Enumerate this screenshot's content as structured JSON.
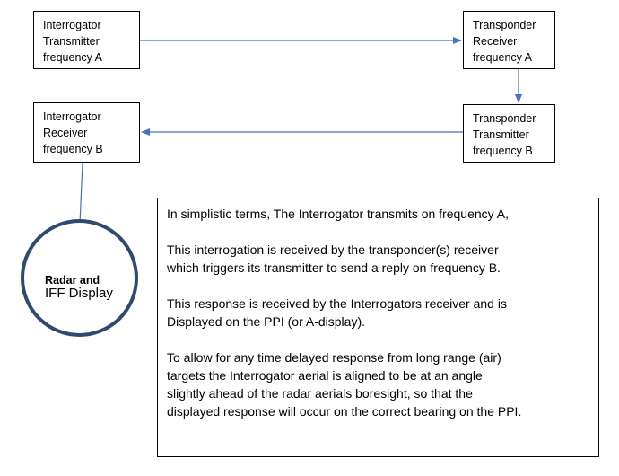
{
  "boxes": {
    "interrogator_transmitter": [
      "Interrogator",
      "Transmitter",
      "frequency A"
    ],
    "transponder_receiver": [
      "Transponder",
      "Receiver",
      "frequency A"
    ],
    "transponder_transmitter": [
      "Transponder",
      "Transmitter",
      "frequency B"
    ],
    "interrogator_receiver": [
      "Interrogator",
      "Receiver",
      "frequency B"
    ]
  },
  "display": {
    "line1": "Radar and",
    "line2": "IFF Display",
    "mark": "."
  },
  "note": {
    "paragraphs": [
      [
        "In simplistic terms, The Interrogator transmits on frequency A,"
      ],
      [
        "This interrogation is received by the transponder(s) receiver",
        "which triggers its transmitter to send a reply on frequency B."
      ],
      [
        "This response is received by the Interrogators receiver and is",
        "Displayed on the PPI (or A-display)."
      ],
      [
        "To allow for any time delayed response from long range (air)",
        "targets the Interrogator aerial is aligned to be at an angle",
        "slightly ahead of the radar aerials boresight, so that the",
        "displayed response will occur on the correct bearing on the PPI."
      ]
    ]
  },
  "colors": {
    "arrow": "#4472c4",
    "circle_border": "#2e4a72"
  }
}
